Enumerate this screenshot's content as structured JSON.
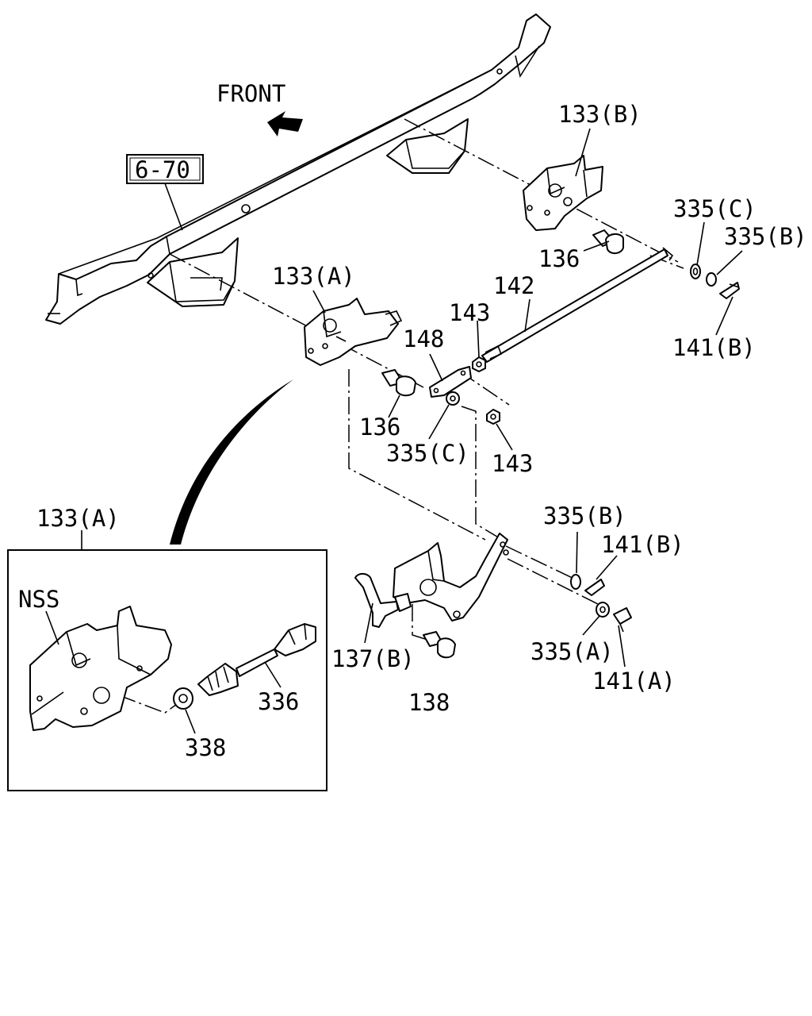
{
  "direction": {
    "label": "FRONT"
  },
  "reference": {
    "label": "6-70"
  },
  "callouts": {
    "c133b": "133(B)",
    "c335c_top": "335(C)",
    "c335b_top": "335(B)",
    "c136_top": "136",
    "c142": "142",
    "c141b_top": "141(B)",
    "c133a": "133(A)",
    "c143_top": "143",
    "c148": "148",
    "c136_mid": "136",
    "c335c_mid": "335(C)",
    "c143_mid": "143",
    "c133a_detail": "133(A)",
    "c335b_low": "335(B)",
    "c141b_low": "141(B)",
    "c137b": "137(B)",
    "c335a": "335(A)",
    "c138": "138",
    "c141a": "141(A)",
    "nss": "NSS",
    "c336": "336",
    "c338": "338"
  }
}
